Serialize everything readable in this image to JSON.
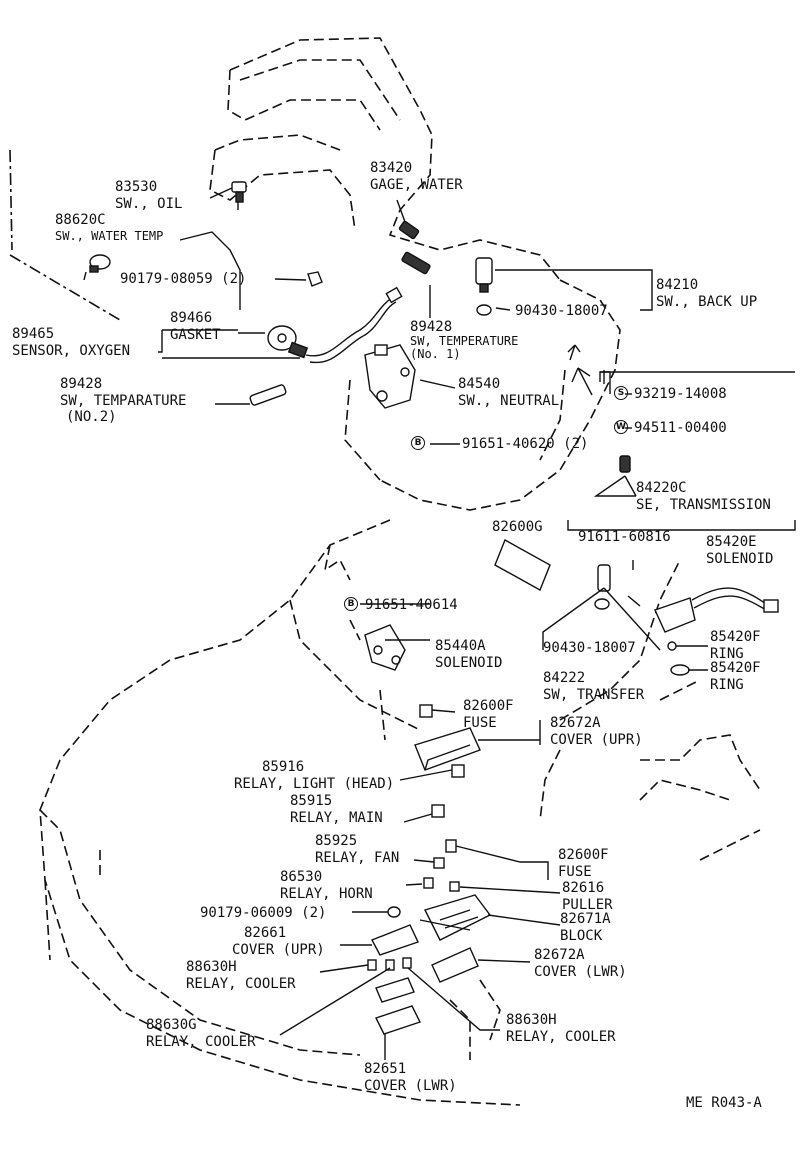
{
  "callouts": [
    {
      "num": "83530",
      "name": "SW., OIL"
    },
    {
      "num": "88620C",
      "name": "SW., WATER TEMP"
    },
    {
      "num": "83420",
      "name": "GAGE, WATER"
    },
    {
      "num": "90179-08059 (2)",
      "name": ""
    },
    {
      "num": "89466",
      "name": "GASKET"
    },
    {
      "num": "89465",
      "name": "SENSOR, OXYGEN"
    },
    {
      "num": "89428",
      "name": "SW, TEMPERATURE",
      "sub": "(No. 1)"
    },
    {
      "num": "84210",
      "name": "SW., BACK UP"
    },
    {
      "num": "90430-18007",
      "name": ""
    },
    {
      "num": "84540",
      "name": "SW., NEUTRAL"
    },
    {
      "num": "89428",
      "name": "SW, TEMPARATURE",
      "sub": "(NO.2)"
    },
    {
      "num": "91651-40620 (2)",
      "name": "",
      "badge": "B"
    },
    {
      "num": "93219-14008",
      "name": "",
      "badge": "S"
    },
    {
      "num": "94511-00400",
      "name": "",
      "badge": "W"
    },
    {
      "num": "84220C",
      "name": "SE, TRANSMISSION"
    },
    {
      "num": "82600G",
      "name": ""
    },
    {
      "num": "91611-60816",
      "name": ""
    },
    {
      "num": "85420E",
      "name": "SOLENOID"
    },
    {
      "num": "91651-40614",
      "name": "",
      "badge": "B"
    },
    {
      "num": "85440A",
      "name": "SOLENOID"
    },
    {
      "num": "85420F",
      "name": "RING"
    },
    {
      "num": "85420F",
      "name": "RING"
    },
    {
      "num": "90430-18007",
      "name": ""
    },
    {
      "num": "84222",
      "name": "SW, TRANSFER"
    },
    {
      "num": "82600F",
      "name": "FUSE"
    },
    {
      "num": "82672A",
      "name": "COVER (UPR)"
    },
    {
      "num": "85916",
      "name": "RELAY, LIGHT (HEAD)"
    },
    {
      "num": "85915",
      "name": "RELAY, MAIN"
    },
    {
      "num": "85925",
      "name": "RELAY, FAN"
    },
    {
      "num": "82600F",
      "name": "FUSE"
    },
    {
      "num": "86530",
      "name": "RELAY, HORN"
    },
    {
      "num": "82616",
      "name": "PULLER"
    },
    {
      "num": "90179-06009 (2)",
      "name": ""
    },
    {
      "num": "82671A",
      "name": "BLOCK"
    },
    {
      "num": "82661",
      "name": "COVER (UPR)"
    },
    {
      "num": "82672A",
      "name": "COVER (LWR)"
    },
    {
      "num": "88630H",
      "name": "RELAY, COOLER"
    },
    {
      "num": "88630G",
      "name": "RELAY, COOLER"
    },
    {
      "num": "88630H",
      "name": "RELAY, COOLER"
    },
    {
      "num": "82651",
      "name": "COVER (LWR)"
    }
  ],
  "figure_code": "ME R043-A"
}
